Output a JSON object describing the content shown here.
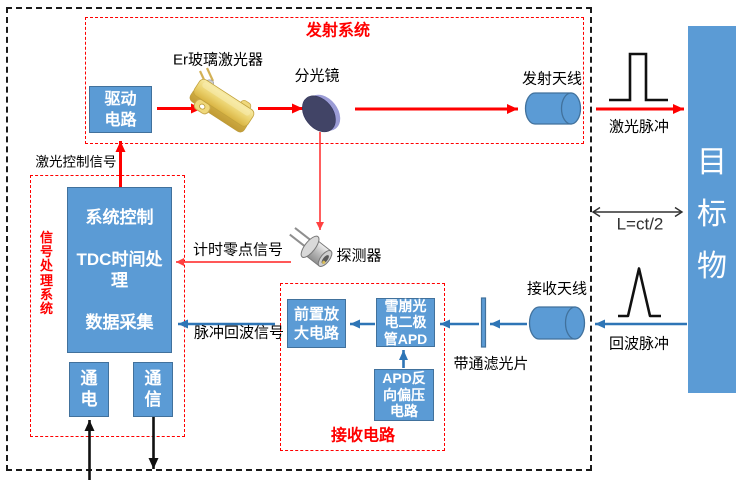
{
  "colors": {
    "box_fill": "#5B9BD5",
    "box_border": "#41719C",
    "box_text": "#FFFFFF",
    "red": "#FF0000",
    "red_light": "#FF4141",
    "blue_arrow": "#2E75B6",
    "black": "#111111",
    "label": "#000000",
    "dim": "#303030"
  },
  "sections": {
    "transmit": {
      "label": "发射系统"
    },
    "signal_processing": {
      "label": "信号处理系统",
      "chars": [
        "信",
        "号",
        "处",
        "理",
        "系",
        "统"
      ]
    },
    "receive": {
      "label": "接收电路"
    }
  },
  "blocks": {
    "drive_circuit": {
      "label": "驱动电路",
      "lines": [
        "驱动",
        "电路"
      ]
    },
    "laser": {
      "label": "Er玻璃激光器"
    },
    "beam_splitter": {
      "label": "分光镜"
    },
    "transmit_antenna": {
      "label": "发射天线"
    },
    "detector": {
      "label": "探测器"
    },
    "controller": {
      "label": "系统控制 TDC时间处理 数据采集",
      "lines": [
        "系统控制",
        "TDC时间处",
        "理",
        "数据采集"
      ]
    },
    "power": {
      "label": "通电",
      "lines": [
        "通",
        "电"
      ]
    },
    "comm": {
      "label": "通信",
      "lines": [
        "通",
        "信"
      ]
    },
    "preamp": {
      "label": "前置放大电路",
      "lines": [
        "前置放",
        "大电路"
      ]
    },
    "apd": {
      "label": "雪崩光电二极管APD",
      "lines": [
        "雪崩光",
        "电二极",
        "管APD"
      ]
    },
    "apd_bias": {
      "label": "APD反向偏压电路",
      "lines": [
        "APD反",
        "向偏压",
        "电路"
      ]
    },
    "bandpass_filter": {
      "label": "带通滤光片"
    },
    "receive_antenna": {
      "label": "接收天线"
    },
    "target": {
      "label": "目标物",
      "chars": [
        "目",
        "标",
        "物"
      ]
    }
  },
  "signals": {
    "laser_control": "激光控制信号",
    "timing_zero": "计时零点信号",
    "pulse_echo": "脉冲回波信号",
    "laser_pulse": "激光脉冲",
    "echo_pulse": "回波脉冲",
    "distance_formula": "L=ct/2"
  }
}
